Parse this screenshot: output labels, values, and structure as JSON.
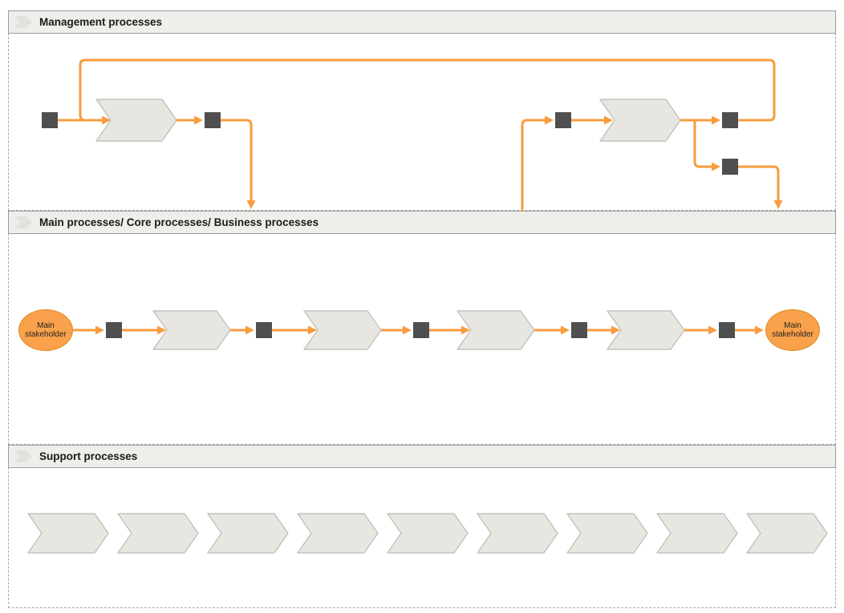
{
  "colors": {
    "accent_orange": "#F89C3D",
    "ellipse_fill": "#F9A14B",
    "ellipse_border": "#DF8A20",
    "process_shape_fill": "#E8E6E1",
    "process_shape_border": "#C6C3BC",
    "interface_square_fill": "#4F4F4F",
    "lane_header_bg": "#EFEEEB",
    "lane_border": "#9C9C9C"
  },
  "lanes": {
    "management": {
      "title": "Management processes",
      "process_shape_count": 2,
      "interface_square_count": 5
    },
    "main": {
      "title": "Main processes/ Core processes/ Business processes",
      "process_shape_count": 4,
      "interface_square_count": 5,
      "start_stakeholder_label": "Main stakeholder",
      "end_stakeholder_label": "Main stakeholder"
    },
    "support": {
      "title": "Support processes",
      "process_shape_count": 9
    }
  }
}
